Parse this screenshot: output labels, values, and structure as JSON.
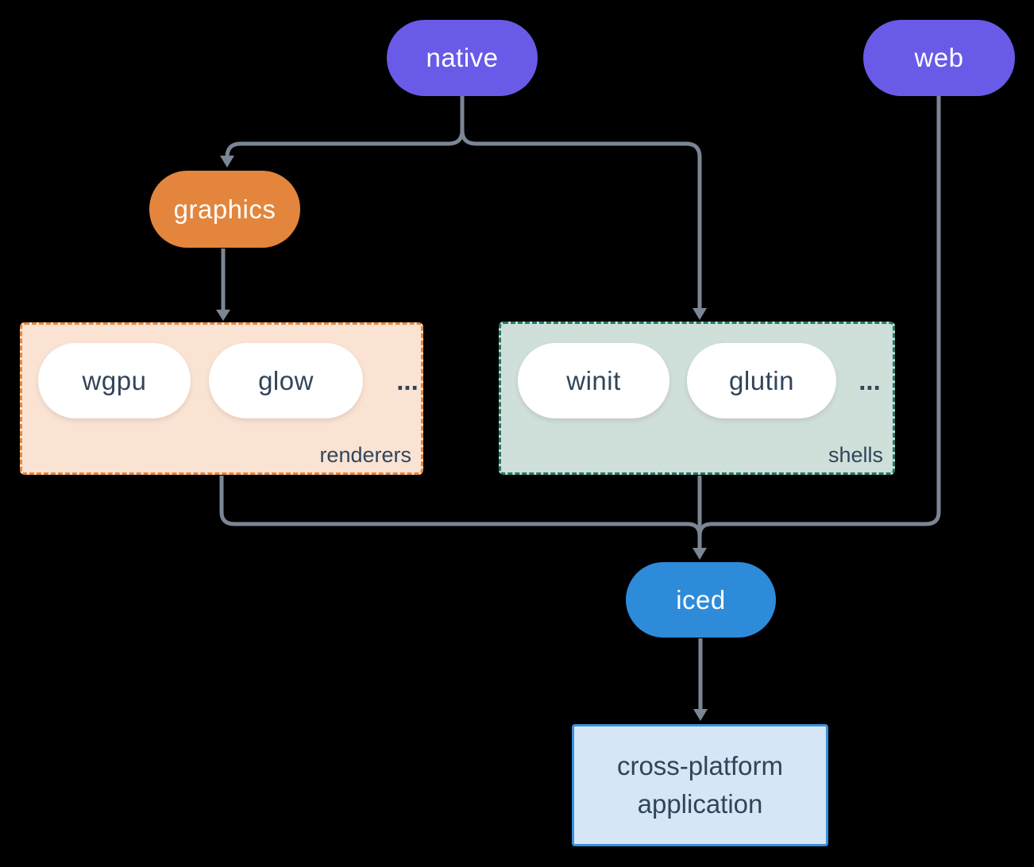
{
  "diagram": {
    "nodes": {
      "native": {
        "label": "native"
      },
      "web": {
        "label": "web"
      },
      "graphics": {
        "label": "graphics"
      },
      "iced": {
        "label": "iced"
      },
      "app": {
        "label": "cross-platform application"
      }
    },
    "groups": {
      "renderers": {
        "label": "renderers",
        "items": [
          "wgpu",
          "glow"
        ],
        "more": "..."
      },
      "shells": {
        "label": "shells",
        "items": [
          "winit",
          "glutin"
        ],
        "more": "..."
      }
    },
    "edges": [
      {
        "from": "native",
        "to": "graphics"
      },
      {
        "from": "native",
        "to": "shells"
      },
      {
        "from": "graphics",
        "to": "renderers"
      },
      {
        "from": "renderers",
        "to": "iced"
      },
      {
        "from": "shells",
        "to": "iced"
      },
      {
        "from": "web",
        "to": "iced"
      },
      {
        "from": "iced",
        "to": "app"
      }
    ]
  },
  "colors": {
    "background": "#000000",
    "purple": "#6A5AE8",
    "orange": "#E3853C",
    "orange_border": "#E6873C",
    "peach": "#FAE3D3",
    "teal_border": "#24796A",
    "mint": "#CFDFD9",
    "blue": "#2E8BD9",
    "blue_border": "#3A8FDB",
    "lightblue": "#D6E6F6",
    "ink": "#31455A",
    "line": "#7B8695",
    "white": "#FFFFFF"
  }
}
